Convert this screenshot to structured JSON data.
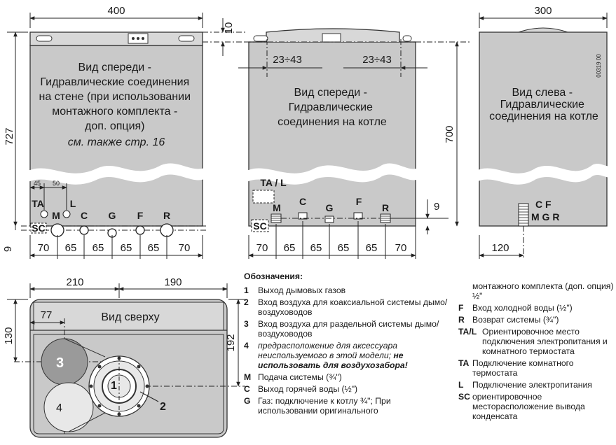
{
  "front_wall": {
    "width": "400",
    "height": "727",
    "top_offset": "10",
    "bottom_offset": "9",
    "view_lines": [
      "Вид спереди -",
      "Гидравлические соединения",
      "на стене (при использовании",
      "монтажного комплекта -",
      "доп. опция)"
    ],
    "see_also": "см. также стр. 16",
    "small_dims": [
      "45",
      "50"
    ],
    "codes": [
      "TA",
      "M",
      "L",
      "C",
      "G",
      "F",
      "R",
      "SC"
    ],
    "spacing": [
      "70",
      "65",
      "65",
      "65",
      "65",
      "70"
    ]
  },
  "front_boiler": {
    "adjust_left": "23÷43",
    "adjust_right": "23÷43",
    "height": "700",
    "offset": "9",
    "view_lines": [
      "Вид спереди -",
      "Гидравлические",
      "соединения на котле"
    ],
    "codes": [
      "TA / L",
      "M",
      "C",
      "G",
      "F",
      "R",
      "SC"
    ],
    "spacing": [
      "70",
      "65",
      "65",
      "65",
      "65",
      "70"
    ]
  },
  "side_view": {
    "width": "300",
    "offset": "120",
    "ref": "00319 00",
    "view_lines": [
      "Вид слева -",
      "Гидравлические",
      "соединения на котле"
    ],
    "codes": [
      "C F",
      "M G R"
    ]
  },
  "top_view": {
    "left": "210",
    "right": "190",
    "depth": "130",
    "depth2": "192",
    "offset": "77",
    "title": "Вид сверху",
    "numbers": [
      "3",
      "1",
      "2",
      "4"
    ]
  },
  "legend": {
    "title": "Обозначения:",
    "items": [
      {
        "key": "1",
        "text": "Выход дымовых газов"
      },
      {
        "key": "2",
        "text": "Вход воздуха для коаксиальной системы дымо/воздуховодов"
      },
      {
        "key": "3",
        "text": "Вход воздуха для раздельной системы дымо/воздуховодов"
      },
      {
        "key": "4",
        "text": "предрасположение для аксессуара неиспользуемого в этой модели;",
        "bold": " не использовать для воздухозабора!",
        "italic": true
      },
      {
        "key": "M",
        "text": "Подача системы (¾\")"
      },
      {
        "key": "C",
        "text": "Выход горячей воды (½\")"
      },
      {
        "key": "G",
        "text": "Газ: подключение к котлу ¾\"; При использовании оригинального"
      }
    ],
    "items2": [
      {
        "key": "",
        "text": "монтажного комплекта (доп. опция) ½\""
      },
      {
        "key": "F",
        "text": "Вход холодной воды (½\")"
      },
      {
        "key": "R",
        "text": "Возврат системы (¾\")"
      },
      {
        "key": "TA/L",
        "text": "Ориентировочное место подключения электропитания и комнатного термостата"
      },
      {
        "key": "TA",
        "text": "Подключение комнатного термостата"
      },
      {
        "key": "L",
        "text": "Подключение электропитания"
      },
      {
        "key": "SC",
        "text": "ориентировочное месторасположение вывода конденсата"
      }
    ]
  }
}
